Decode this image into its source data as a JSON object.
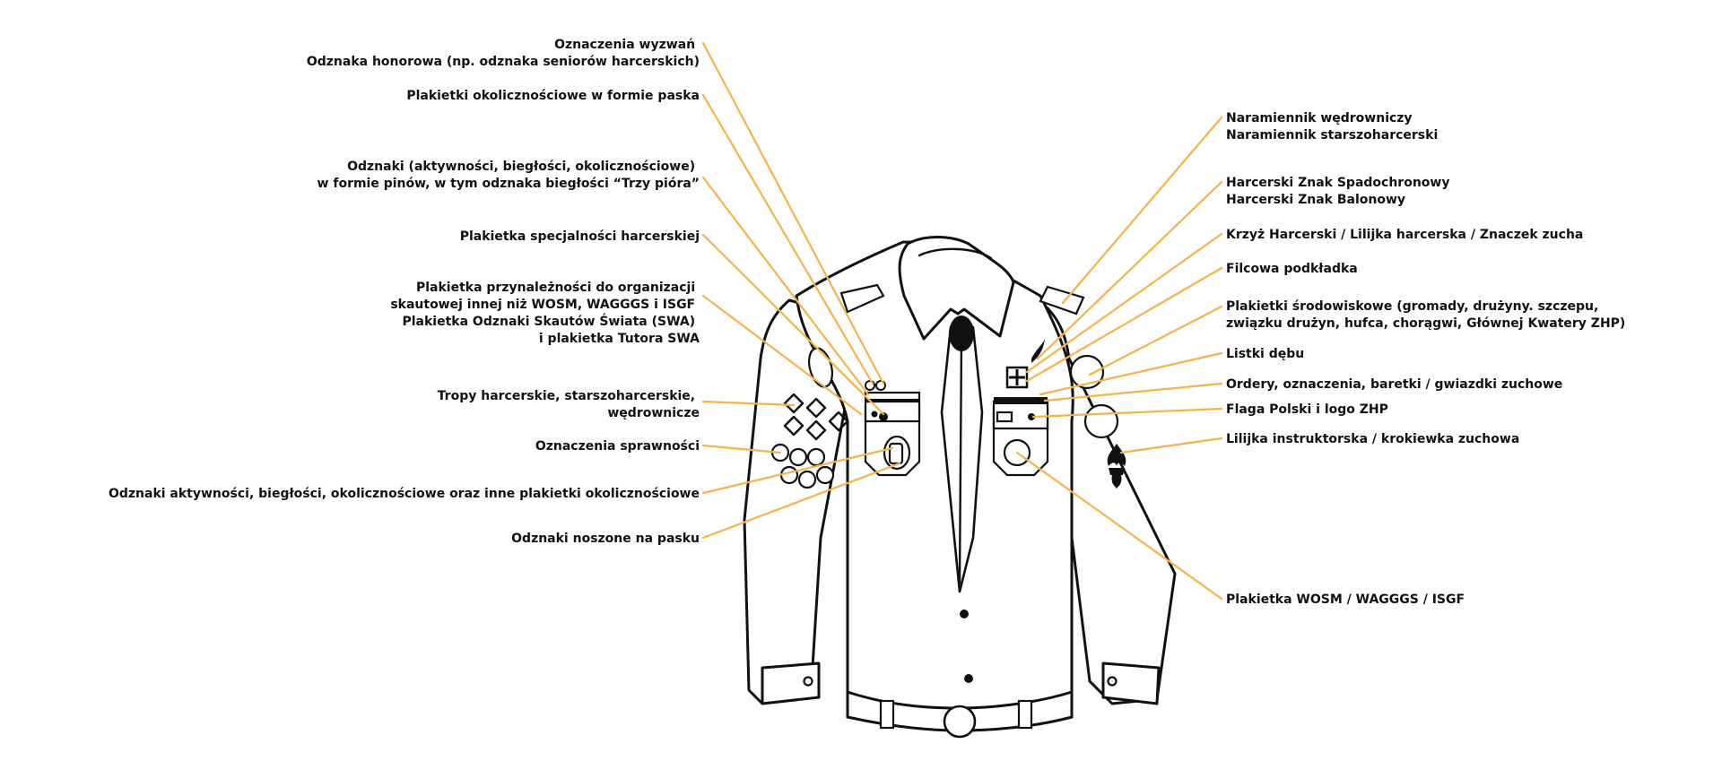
{
  "diagram": {
    "accent_color": "#F5B24E",
    "ink_color": "#111111",
    "background_color": "#FFFFFF",
    "subject_icon": "scout-uniform-shirt-icon"
  },
  "labels_left": [
    {
      "id": "wyzwania",
      "lines": [
        "Oznaczenia wyzwań",
        "Odznaka honorowa (np. odznaka seniorów harcerskich)"
      ]
    },
    {
      "id": "pasek-okolicznosciowe",
      "lines": [
        "Plakietki okolicznościowe w formie paska"
      ]
    },
    {
      "id": "piny",
      "lines": [
        "Odznaki (aktywności, biegłości, okolicznościowe)",
        "w formie pinów, w tym odznaka biegłości “Trzy pióra”"
      ]
    },
    {
      "id": "specjalnosc",
      "lines": [
        "Plakietka specjalności harcerskiej"
      ]
    },
    {
      "id": "przynaleznosc",
      "lines": [
        "Plakietka przynależności do organizacji",
        "skautowej innej niż WOSM, WAGGGS i ISGF",
        "Plakietka Odznaki Skautów Świata (SWA)",
        "i plakietka Tutora SWA"
      ]
    },
    {
      "id": "tropy",
      "lines": [
        "Tropy harcerskie, starszoharcerskie,",
        "wędrownicze"
      ]
    },
    {
      "id": "sprawnosci",
      "lines": [
        "Oznaczenia sprawności"
      ]
    },
    {
      "id": "aktywnosci",
      "lines": [
        "Odznaki aktywności, biegłości, okolicznościowe oraz inne plakietki okolicznościowe"
      ]
    },
    {
      "id": "pasek",
      "lines": [
        "Odznaki noszone na pasku"
      ]
    }
  ],
  "labels_right": [
    {
      "id": "naramiennik",
      "lines": [
        "Naramiennik wędrowniczy",
        "Naramiennik starszoharcerski"
      ]
    },
    {
      "id": "spadochron",
      "lines": [
        "Harcerski Znak Spadochronowy",
        "Harcerski Znak Balonowy"
      ]
    },
    {
      "id": "krzyz",
      "lines": [
        "Krzyż Harcerski / Lilijka harcerska / Znaczek zucha"
      ]
    },
    {
      "id": "filc",
      "lines": [
        "Filcowa podkładka"
      ]
    },
    {
      "id": "srodowiskowe",
      "lines": [
        "Plakietki środowiskowe (gromady, drużyny. szczepu,",
        "związku drużyn, hufca, chorągwi, Głównej Kwatery ZHP)"
      ]
    },
    {
      "id": "listki",
      "lines": [
        "Listki dębu"
      ]
    },
    {
      "id": "ordery",
      "lines": [
        "Ordery, oznaczenia, baretki / gwiazdki zuchowe"
      ]
    },
    {
      "id": "flaga",
      "lines": [
        "Flaga Polski i logo ZHP"
      ]
    },
    {
      "id": "lilijka",
      "lines": [
        "Lilijka instruktorska / krokiewka zuchowa"
      ]
    },
    {
      "id": "wosm",
      "lines": [
        "Plakietka WOSM / WAGGGS / ISGF"
      ]
    }
  ]
}
